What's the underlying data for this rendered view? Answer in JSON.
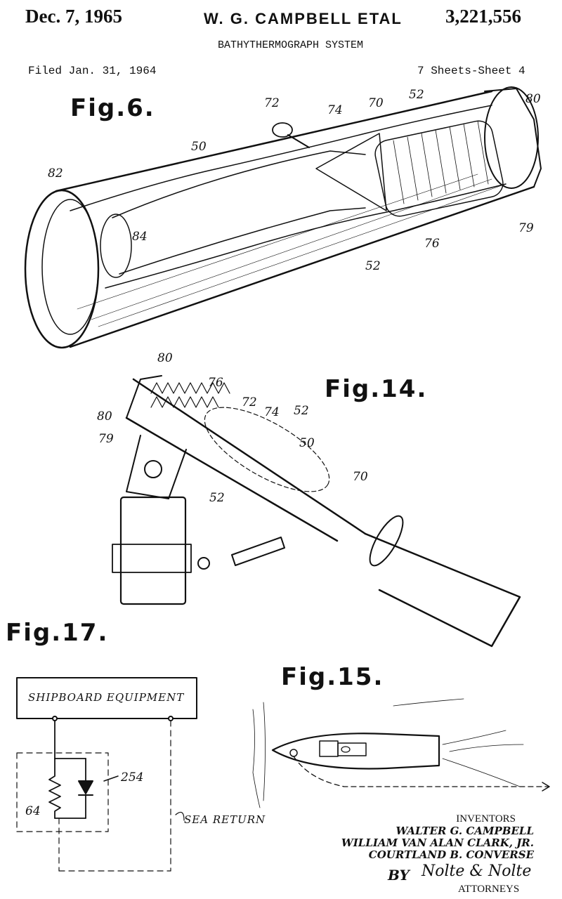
{
  "header": {
    "date": "Dec. 7, 1965",
    "inventors_short": "W. G. CAMPBELL ETAL",
    "patent_number": "3,221,556",
    "title": "BATHYTHERMOGRAPH SYSTEM",
    "filed": "Filed Jan. 31, 1964",
    "sheet": "7 Sheets-Sheet 4"
  },
  "figures": {
    "fig6": {
      "label": "Fig.6.",
      "refs": {
        "r82": "82",
        "r84": "84",
        "r50": "50",
        "r72": "72",
        "r74": "74",
        "r70": "70",
        "r52a": "52",
        "r80": "80",
        "r79": "79",
        "r76": "76",
        "r52b": "52"
      }
    },
    "fig14": {
      "label": "Fig.14.",
      "refs": {
        "r80a": "80",
        "r80b": "80",
        "r79": "79",
        "r76": "76",
        "r72": "72",
        "r74": "74",
        "r52a": "52",
        "r50": "50",
        "r70": "70",
        "r52b": "52"
      }
    },
    "fig17": {
      "label": "Fig.17.",
      "box_label": "SHIPBOARD EQUIPMENT",
      "resistor_ref": "64",
      "diode_ref": "254",
      "sea_return": "SEA RETURN"
    },
    "fig15": {
      "label": "Fig.15."
    }
  },
  "inventors": {
    "heading": "INVENTORS",
    "names": [
      "WALTER G. CAMPBELL",
      "WILLIAM VAN ALAN CLARK, JR.",
      "COURTLAND B. CONVERSE"
    ],
    "by": "BY",
    "signature": "Nolte & Nolte",
    "attorneys": "ATTORNEYS"
  }
}
